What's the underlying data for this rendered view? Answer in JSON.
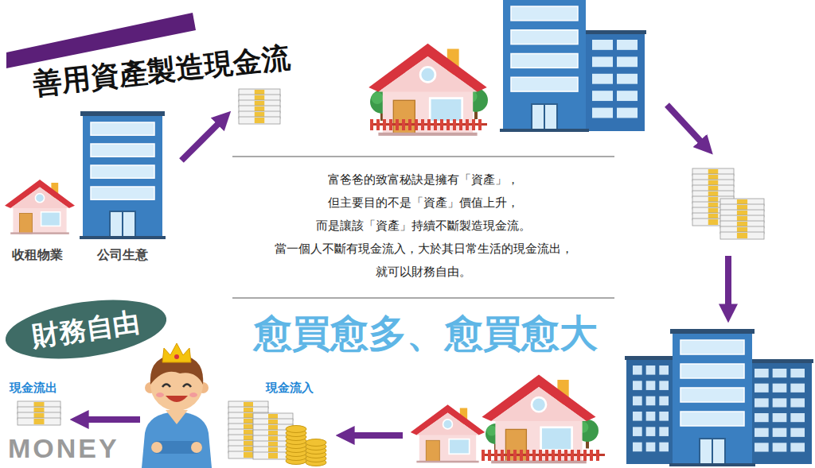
{
  "diagram": {
    "title": "善用資產製造現金流",
    "nodes": [
      {
        "text": [
          "財務自由"
        ]
      }
    ],
    "labels": [
      "富爸爸的致富秘訣是擁有「資產」， 但主要目的不是「資產」價值上升， 而是讓該「資產」持續不斷製造現金流。 當一個人不斷有現金流入，大於其日常生活的現金流出， 就可以財務自由。",
      "愈買愈多、愈買愈大",
      "收租物業",
      "公司生意",
      "現金流入",
      "現金流出",
      "MONEY"
    ]
  }
}
